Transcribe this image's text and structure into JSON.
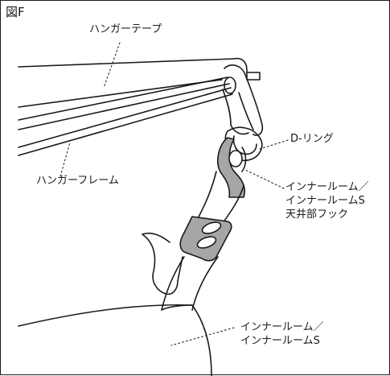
{
  "figure": {
    "title": "図F",
    "labels": {
      "hanger_tape": "ハンガーテープ",
      "hanger_frame": "ハンガーフレーム",
      "d_ring": "D-リング",
      "ceiling_hook_line1": "インナールーム／",
      "ceiling_hook_line2": "インナールームS",
      "ceiling_hook_line3": "天井部フック",
      "inner_room_line1": "インナールーム／",
      "inner_room_line2": "インナールームS"
    }
  },
  "colors": {
    "line": "#1a1a1a",
    "hook_fill": "#a6a6a6",
    "background": "#ffffff"
  }
}
